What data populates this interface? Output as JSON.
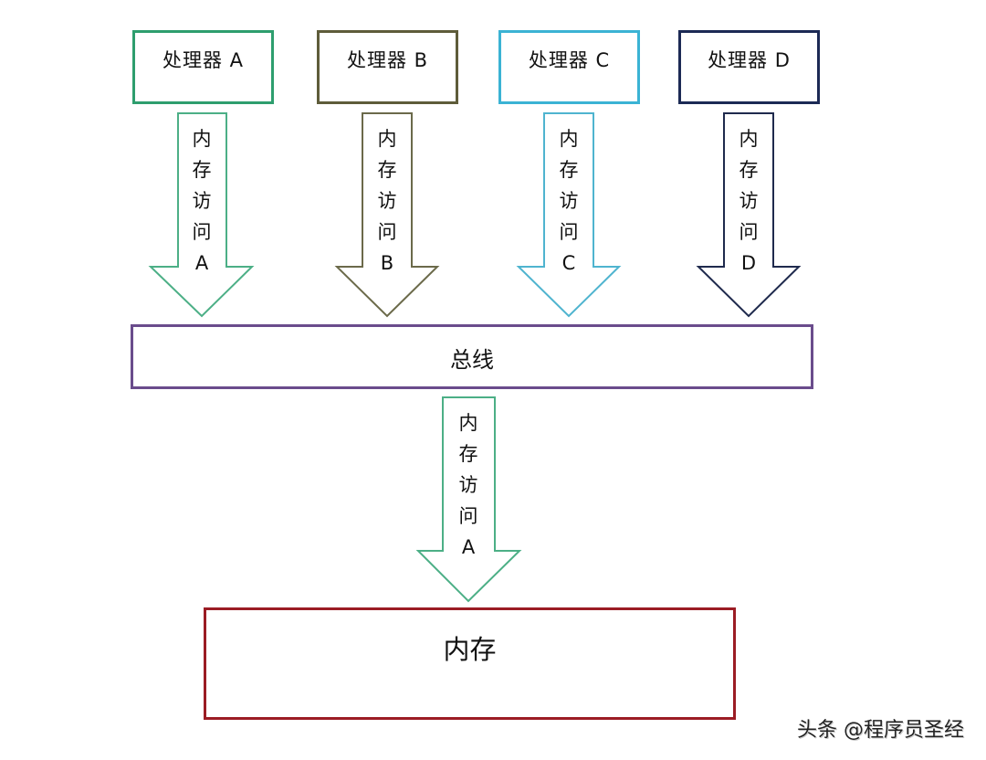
{
  "processors": [
    {
      "label": "处理器 A",
      "color": "#2e9e6e"
    },
    {
      "label": "处理器 B",
      "color": "#5e5c3a"
    },
    {
      "label": "处理器 C",
      "color": "#3bb3d4"
    },
    {
      "label": "处理器 D",
      "color": "#1c2a55"
    }
  ],
  "access_arrows": [
    {
      "chars": [
        "内",
        "存",
        "访",
        "问",
        "A"
      ],
      "color": "#4caf86"
    },
    {
      "chars": [
        "内",
        "存",
        "访",
        "问",
        "B"
      ],
      "color": "#6b6a4a"
    },
    {
      "chars": [
        "内",
        "存",
        "访",
        "问",
        "C"
      ],
      "color": "#4fb4cf"
    },
    {
      "chars": [
        "内",
        "存",
        "访",
        "问",
        "D"
      ],
      "color": "#1f2a4d"
    }
  ],
  "bus": {
    "label": "总线",
    "color": "#6a4c8c"
  },
  "bus_to_memory_arrow": {
    "chars": [
      "内",
      "存",
      "访",
      "问",
      "A"
    ],
    "color": "#4caf86"
  },
  "memory": {
    "label": "内存",
    "color": "#9b1c24"
  },
  "watermark": "头条 @程序员圣经"
}
